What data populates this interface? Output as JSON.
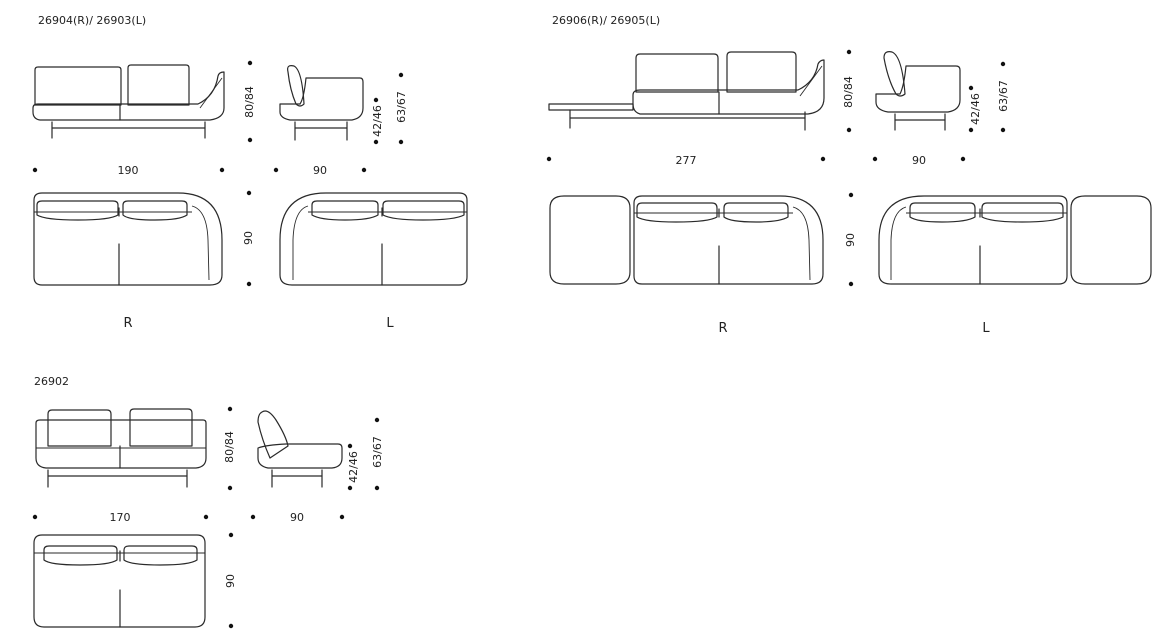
{
  "model_labels": {
    "group1": "26904(R)/ 26903(L)",
    "group2": "26906(R)/ 26905(L)",
    "group3": "26902"
  },
  "dimensions": {
    "width_190": "190",
    "width_277": "277",
    "width_170": "170",
    "depth_90": "90",
    "height_80_84": "80/84",
    "seat_42_46": "42/46",
    "arm_63_67": "63/67"
  },
  "orientation": {
    "right": "R",
    "left": "L"
  }
}
